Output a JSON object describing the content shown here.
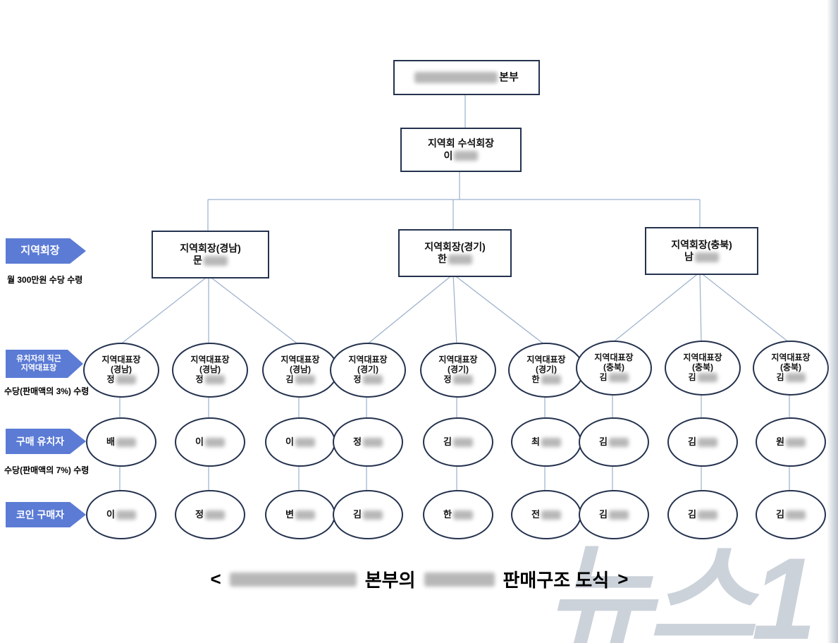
{
  "root": {
    "suffix": "본부"
  },
  "chief": {
    "title": "지역회 수석회장",
    "name": "이"
  },
  "chairs": [
    {
      "title": "지역회장(경남)",
      "name": "문"
    },
    {
      "title": "지역회장(경기)",
      "name": "한"
    },
    {
      "title": "지역회장(충북)",
      "name": "남"
    }
  ],
  "reps": [
    {
      "title": "지역대표장",
      "region": "(경남)",
      "name": "정"
    },
    {
      "title": "지역대표장",
      "region": "(경남)",
      "name": "정"
    },
    {
      "title": "지역대표장",
      "region": "(경남)",
      "name": "김"
    },
    {
      "title": "지역대표장",
      "region": "(경기)",
      "name": "정"
    },
    {
      "title": "지역대표장",
      "region": "(경기)",
      "name": "정"
    },
    {
      "title": "지역대표장",
      "region": "(경기)",
      "name": "한"
    },
    {
      "title": "지역대표장",
      "region": "(충북)",
      "name": "김"
    },
    {
      "title": "지역대표장",
      "region": "(충북)",
      "name": "김"
    },
    {
      "title": "지역대표장",
      "region": "(충북)",
      "name": "김"
    }
  ],
  "recruiters": [
    {
      "name": "배"
    },
    {
      "name": "이"
    },
    {
      "name": "이"
    },
    {
      "name": "정"
    },
    {
      "name": "김"
    },
    {
      "name": "최"
    },
    {
      "name": "김"
    },
    {
      "name": "김"
    },
    {
      "name": "원"
    }
  ],
  "buyers": [
    {
      "name": "이"
    },
    {
      "name": "정"
    },
    {
      "name": "변"
    },
    {
      "name": "김"
    },
    {
      "name": "한"
    },
    {
      "name": "전"
    },
    {
      "name": "김"
    },
    {
      "name": "김"
    },
    {
      "name": "김"
    }
  ],
  "legend": {
    "chair": {
      "label": "지역회장",
      "note": "월 300만원 수당 수령"
    },
    "rep": {
      "label_line1": "유치자의 직근",
      "label_line2": "지역대표장",
      "note": "수당(판매액의 3%) 수령"
    },
    "recruiter": {
      "label": "구매 유치자",
      "note": "수당(판매액의 7%) 수령"
    },
    "buyer": {
      "label": "코인 구매자"
    }
  },
  "caption": {
    "open": "<",
    "mid": "본부의",
    "tail": "판매구조 도식",
    "close": ">"
  },
  "watermark": "뉴스1"
}
